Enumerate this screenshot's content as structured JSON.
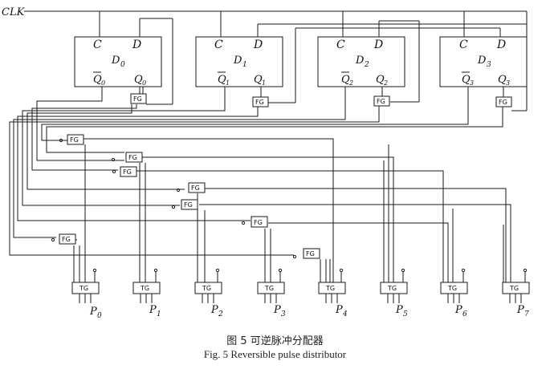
{
  "clk": "CLK",
  "flipflops": [
    {
      "c": "C",
      "d": "D",
      "name": "D",
      "idx": "0",
      "qbar": "Q",
      "q": "Q"
    },
    {
      "c": "C",
      "d": "D",
      "name": "D",
      "idx": "1",
      "qbar": "Q",
      "q": "Q"
    },
    {
      "c": "C",
      "d": "D",
      "name": "D",
      "idx": "2",
      "qbar": "Q",
      "q": "Q"
    },
    {
      "c": "C",
      "d": "D",
      "name": "D",
      "idx": "3",
      "qbar": "Q",
      "q": "Q"
    }
  ],
  "fg_label": "FG",
  "tg_label": "TG",
  "tg_outputs": [
    {
      "name": "P",
      "idx": "0"
    },
    {
      "name": "P",
      "idx": "1"
    },
    {
      "name": "P",
      "idx": "2"
    },
    {
      "name": "P",
      "idx": "3"
    },
    {
      "name": "P",
      "idx": "4"
    },
    {
      "name": "P",
      "idx": "5"
    },
    {
      "name": "P",
      "idx": "6"
    },
    {
      "name": "P",
      "idx": "7"
    }
  ],
  "caption_cn": "图 5    可逆脉冲分配器",
  "caption_en": "Fig. 5    Reversible pulse distributor"
}
